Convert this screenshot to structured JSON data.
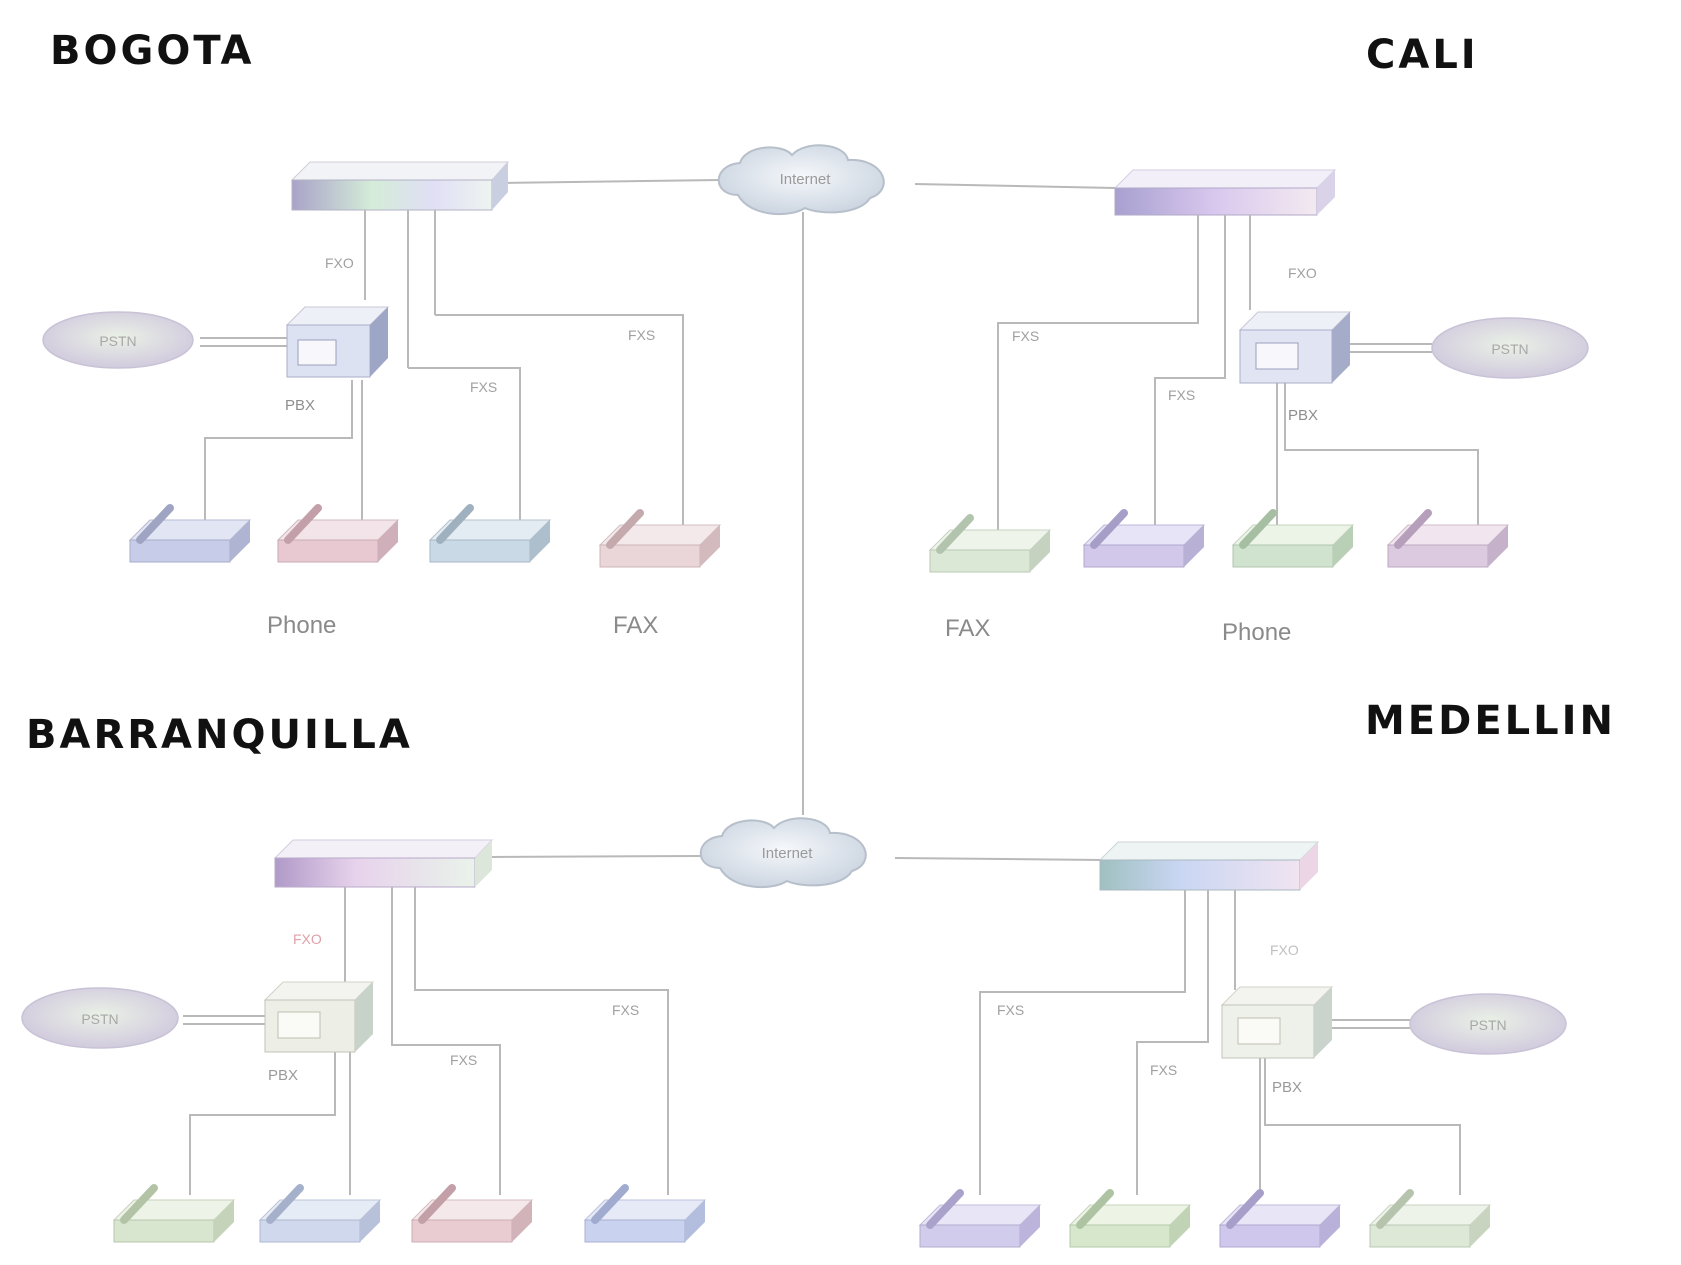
{
  "cities": {
    "bogota": "BOGOTA",
    "cali": "CALI",
    "barranquilla": "BARRANQUILLA",
    "medellin": "MEDELLIN"
  },
  "labels": {
    "internet": "Internet",
    "pstn": "PSTN",
    "pbx": "PBX",
    "fxs": "FXS",
    "fxo": "FXO",
    "phone": "Phone",
    "fax": "FAX"
  },
  "colors": {
    "city_text": "#111111",
    "line": "#b9b9b9",
    "faint_label": "#9a9a9a",
    "phone_blue": "#c7cde8",
    "phone_pink": "#e8c9d2",
    "phone_green": "#cfe3cf",
    "phone_violet": "#d2c8ea"
  }
}
